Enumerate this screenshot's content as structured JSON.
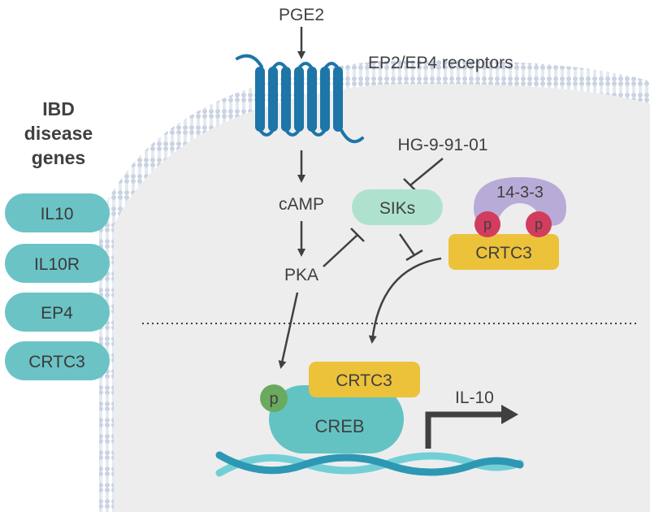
{
  "sidebar": {
    "title_lines": [
      "IBD",
      "disease",
      "genes"
    ],
    "genes": [
      "IL10",
      "IL10R",
      "EP4",
      "CRTC3"
    ]
  },
  "pathway": {
    "ligand": "PGE2",
    "receptor": "EP2/EP4 receptors",
    "inhibitor": "HG-9-91-01",
    "second_messenger": "cAMP",
    "kinase": "PKA",
    "siks": "SIKs",
    "binding_protein": "14-3-3",
    "phospho_label": "p",
    "cytoplasmic_crtc3": "CRTC3",
    "nuclear_crtc3": "CRTC3",
    "creb": "CREB",
    "output_gene": "IL-10"
  },
  "colors": {
    "cell_fill": "#ededee",
    "membrane": "#c9d3e2",
    "receptor": "#1d75a8",
    "gene_pill": "#6cc3c6",
    "sik": "#aee2cf",
    "crtc3": "#ecc23a",
    "fourteen_three_three": "#b9abd7",
    "phospho_red": "#d23c5e",
    "phospho_green": "#6aaa5f",
    "creb": "#63c3c2",
    "dna_dark": "#2d98b3",
    "dna_light": "#73cfd6",
    "arrow": "#404040"
  }
}
